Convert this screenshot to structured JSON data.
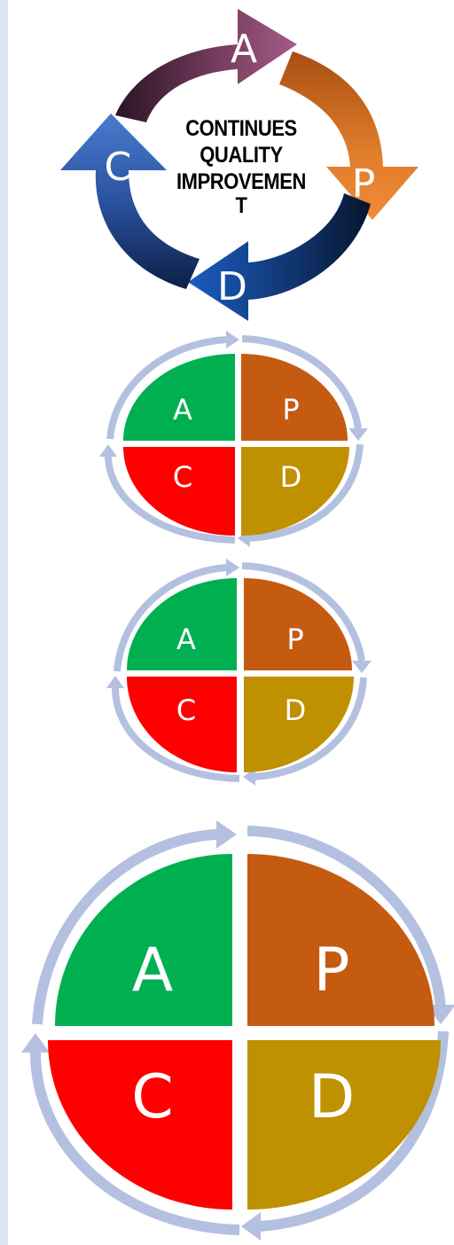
{
  "cycle_diagram": {
    "center_lines": [
      "CONTINUES",
      "QUALITY",
      "IMPROVEMEN",
      "T"
    ],
    "steps": [
      "A",
      "P",
      "D",
      "C"
    ]
  },
  "quadrant_diagrams": [
    {
      "labels": {
        "a": "A",
        "p": "P",
        "c": "C",
        "d": "D"
      }
    },
    {
      "labels": {
        "a": "A",
        "p": "P",
        "c": "C",
        "d": "D"
      }
    },
    {
      "labels": {
        "a": "A",
        "p": "P",
        "c": "C",
        "d": "D"
      }
    }
  ],
  "colors": {
    "act": "#00b050",
    "plan": "#c55a11",
    "check": "#ff0000",
    "do": "#bf9000",
    "ring": "#b4c0e0",
    "arrow_a": "#8e4e72",
    "arrow_p": "#d9731f",
    "arrow_d": "#1a4f9e",
    "arrow_c": "#3563ad",
    "side_rule": "#dce5f4"
  }
}
